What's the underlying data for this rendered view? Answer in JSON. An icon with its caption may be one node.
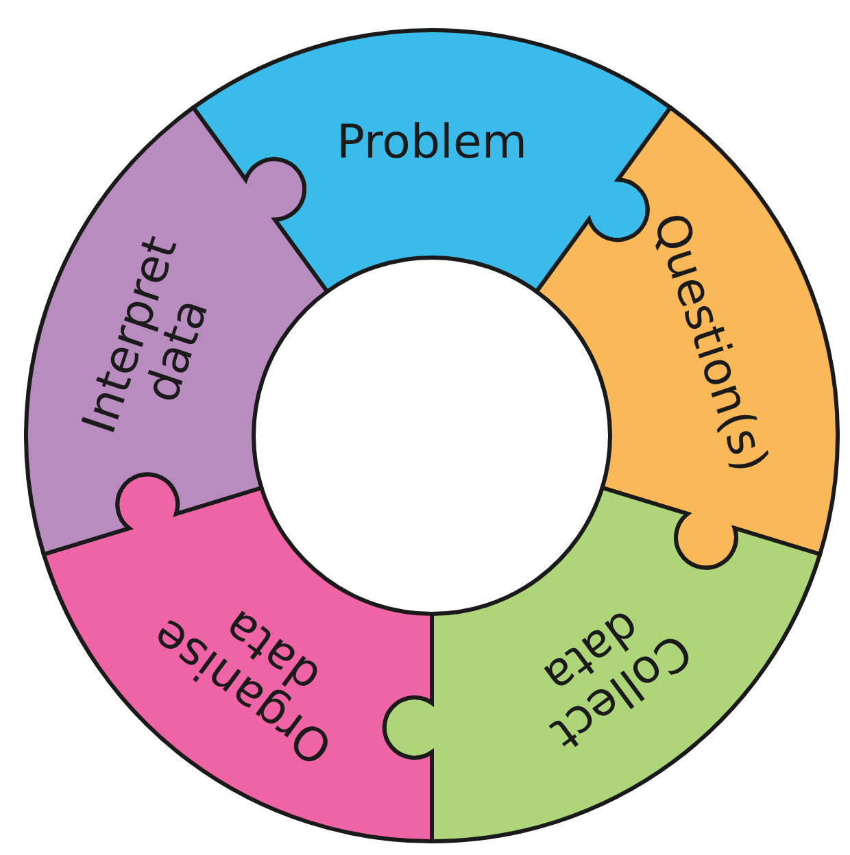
{
  "diagram": {
    "nodes": [
      {
        "text": [
          "Problem"
        ]
      },
      {
        "text": [
          "Question(s)"
        ]
      },
      {
        "text": [
          "Collect data"
        ]
      },
      {
        "text": [
          "Organise data"
        ]
      },
      {
        "text": [
          "Interpret data"
        ]
      }
    ]
  }
}
